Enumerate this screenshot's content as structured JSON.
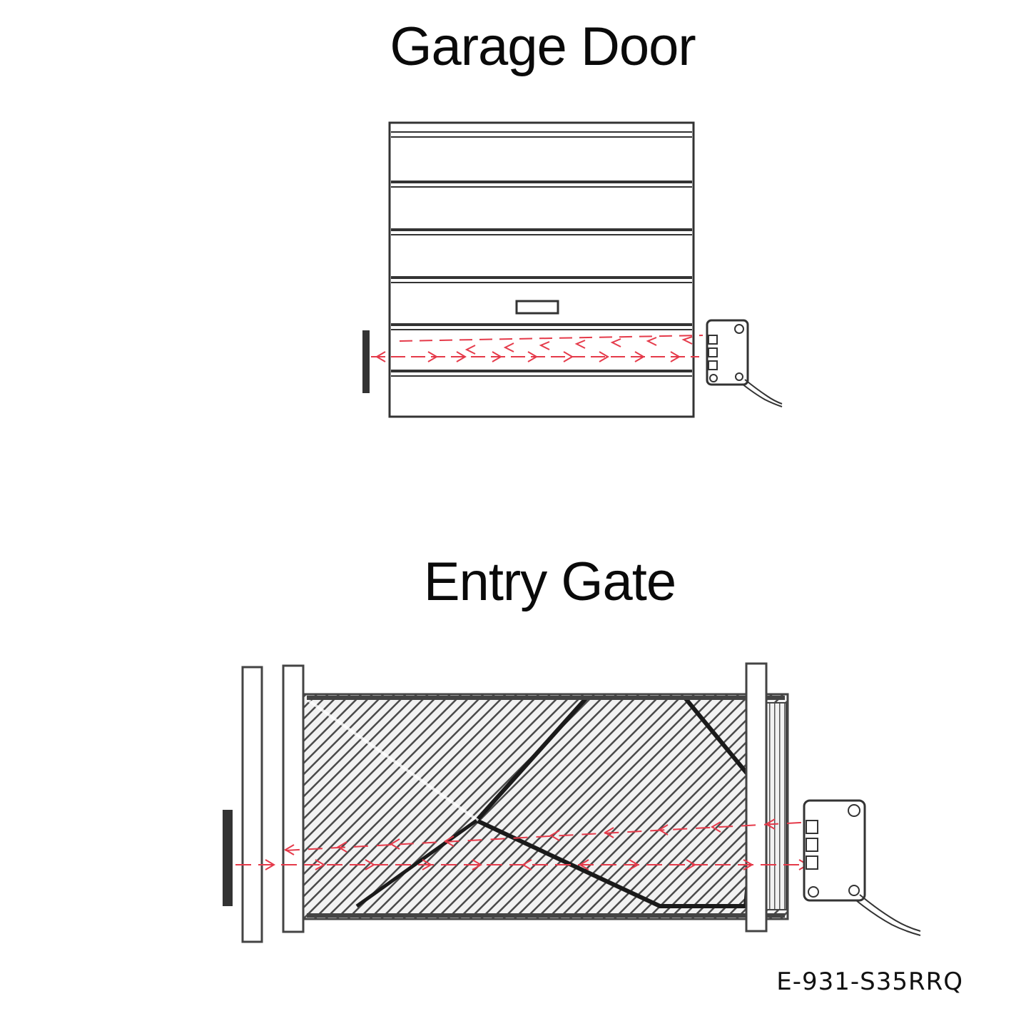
{
  "garage": {
    "title": "Garage Door"
  },
  "gate": {
    "title": "Entry Gate"
  },
  "model_code": "E-931-S35RRQ",
  "colors": {
    "beam": "#e53a4a",
    "line": "#333333",
    "background": "#ffffff"
  }
}
